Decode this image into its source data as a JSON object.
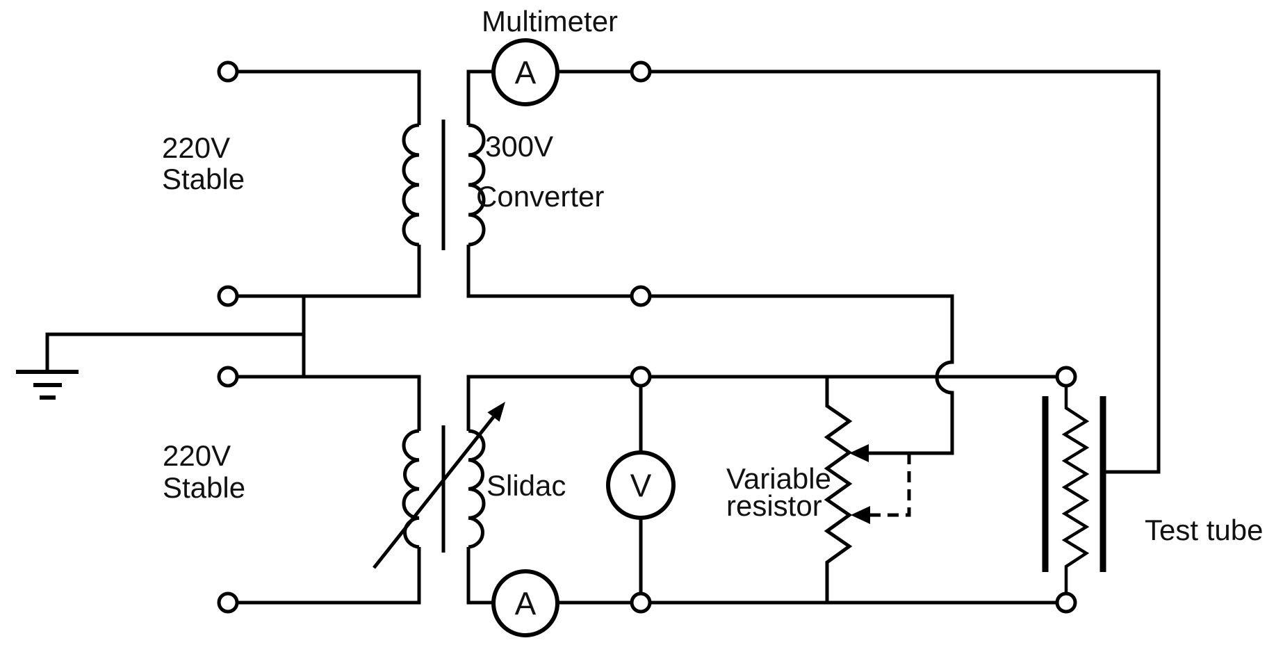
{
  "diagram": {
    "type": "circuit-schematic",
    "background_color": "#ffffff",
    "line_color": "#000000",
    "text_color": "#111111",
    "labels": {
      "multimeter": "Multimeter",
      "converter_line1": "300V",
      "converter_line2": "Converter",
      "source_top_line1": "220V",
      "source_top_line2": "Stable",
      "source_bottom_line1": "220V",
      "source_bottom_line2": "Stable",
      "slidac": "Slidac",
      "variable_resistor_line1": "Variable",
      "variable_resistor_line2": "resistor",
      "test_tube": "Test tube"
    },
    "meters": {
      "ammeter_top": "A",
      "ammeter_bottom": "A",
      "voltmeter": "V"
    }
  }
}
